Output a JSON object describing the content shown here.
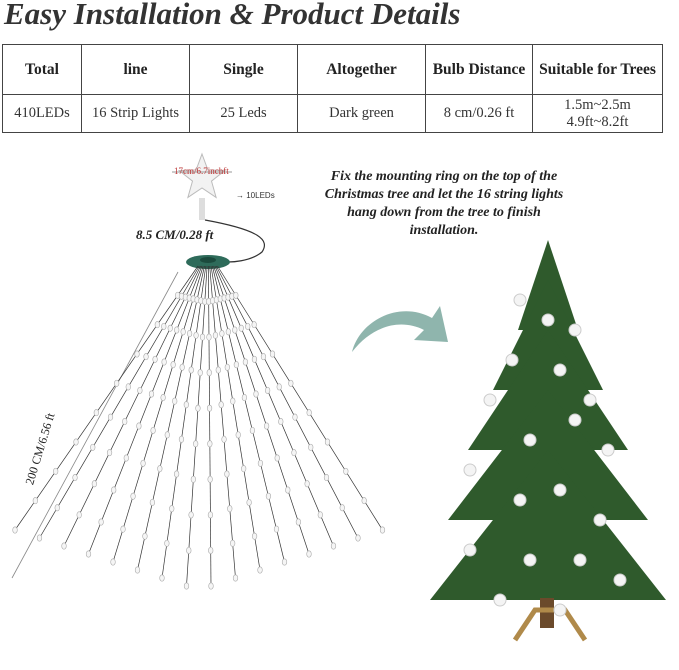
{
  "title": "Easy Installation & Product Details",
  "table": {
    "headers": [
      "Total",
      "line",
      "Single",
      "Altogether",
      "Bulb Distance",
      "Suitable for Trees"
    ],
    "values": [
      "410LEDs",
      "16 Strip Lights",
      "25 Leds",
      "Dark green",
      "8 cm/0.26 ft",
      "1.5m~2.5m",
      "4.9ft~8.2ft"
    ]
  },
  "diagram": {
    "star_size": "17cm/6.7inchft",
    "star_leds": "10LEDs",
    "ring_size": "8.5 CM/0.28 ft",
    "length": "200 CM/6.56 ft",
    "instruction": "Fix the mounting ring on the top of the Christmas tree and let the 16 string lights hang down from the tree to finish installation."
  },
  "colors": {
    "ring": "#2e6b5a",
    "arrow": "#8fb5ad",
    "tree": "#2f5a2c",
    "wire": "#333333"
  }
}
